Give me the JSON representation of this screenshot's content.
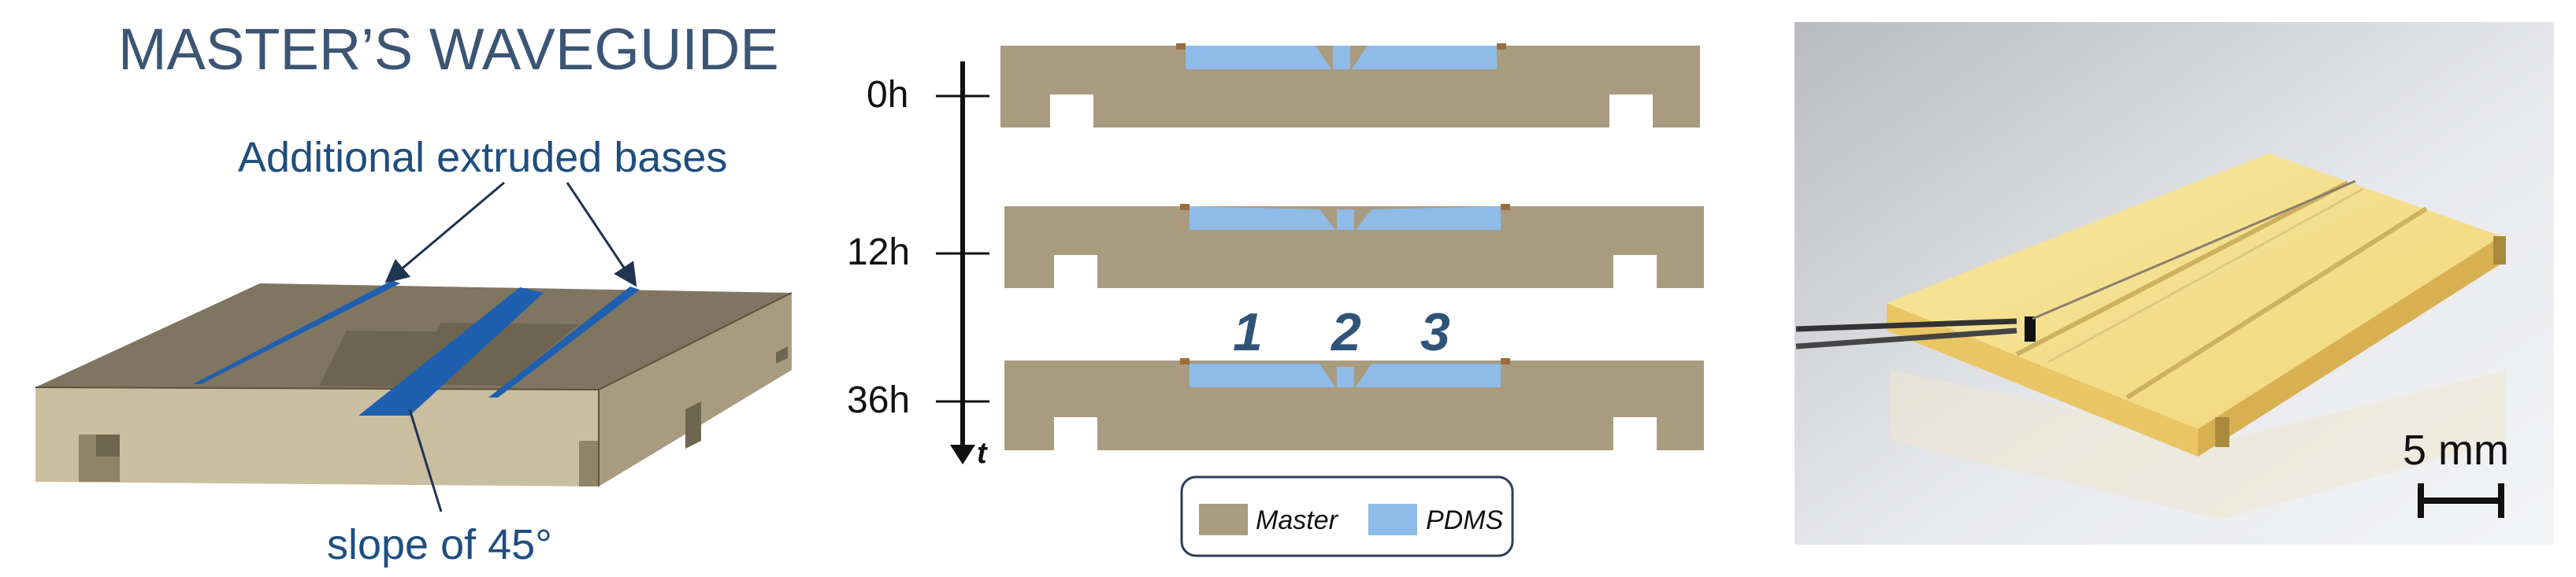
{
  "left_panel": {
    "title": "MASTER’S WAVEGUIDE",
    "annotation_top": "Additional extruded bases",
    "annotation_bottom": "slope of 45°"
  },
  "middle_panel": {
    "time_labels": [
      "0h",
      "12h",
      "36h"
    ],
    "axis_label": "t",
    "region_labels": [
      "1",
      "2",
      "3"
    ],
    "legend": {
      "master_label": "Master",
      "pdms_label": "PDMS"
    }
  },
  "right_panel": {
    "scale_label": "5 mm"
  },
  "colors": {
    "master": "#a89b80",
    "master_dark": "#7f7560",
    "pdms": "#8ebbe8",
    "extruded_base": "#1f5fb0",
    "title_text": "#3c5573",
    "annotation_text": "#1f4e80",
    "region_text": "#2f5478"
  }
}
